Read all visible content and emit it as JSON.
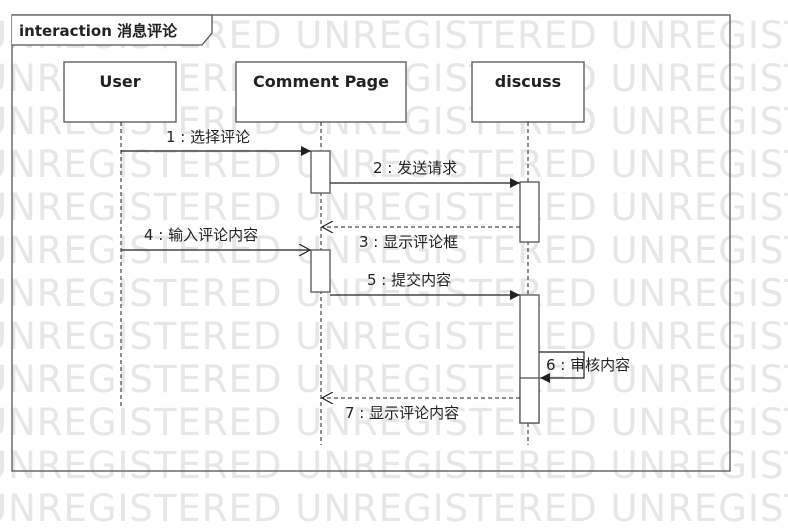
{
  "frame": {
    "title": "interaction 消息评论"
  },
  "watermark_text": "UNREGISTERED UNREGISTERED UNREGISTERED UNREGISTERED",
  "lifelines": [
    {
      "name": "User"
    },
    {
      "name": "Comment Page"
    },
    {
      "name": "discuss"
    }
  ],
  "messages": [
    {
      "label": "1 : 选择评论",
      "kind": "sync"
    },
    {
      "label": "2 : 发送请求",
      "kind": "sync"
    },
    {
      "label": "3 : 显示评论框",
      "kind": "reply"
    },
    {
      "label": "4 : 输入评论内容",
      "kind": "async"
    },
    {
      "label": "5 : 提交内容",
      "kind": "sync"
    },
    {
      "label": "6 : 审核内容",
      "kind": "self"
    },
    {
      "label": "7 : 显示评论内容",
      "kind": "reply"
    }
  ]
}
